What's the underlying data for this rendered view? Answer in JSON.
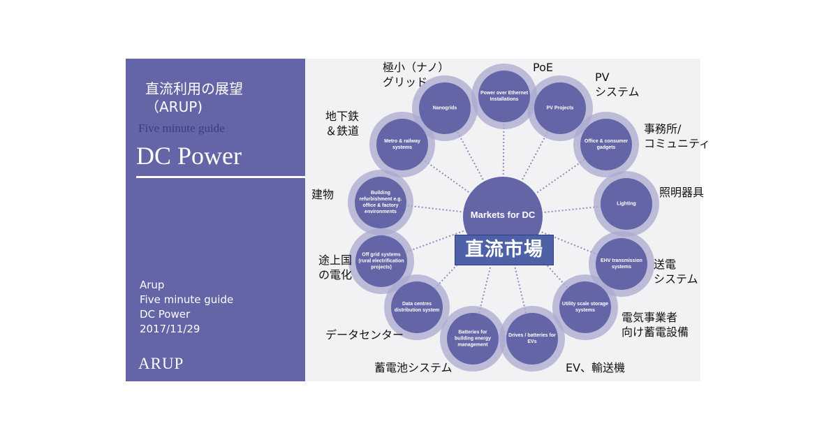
{
  "panel": {
    "title_line1": "直流利用の展望",
    "title_line2": "（ARUP)",
    "subtitle": "Five minute guide",
    "heading": "DC Power",
    "info": [
      "Arup",
      "Five minute guide",
      "DC Power",
      "2017/11/29"
    ],
    "logo": "ARUP"
  },
  "diagram": {
    "center": "Markets for DC",
    "banner": "直流市場",
    "nodes": [
      {
        "id": "poe",
        "text": "Power over Ethernet Installations",
        "jp": "PoE"
      },
      {
        "id": "nanogrids",
        "text": "Nanogrids",
        "jp": "極小（ナノ）\nグリッド"
      },
      {
        "id": "pv",
        "text": "PV Projects",
        "jp": "PV\nシステム"
      },
      {
        "id": "metro",
        "text": "Metro & railway systems",
        "jp": "地下鉄\n＆鉄道"
      },
      {
        "id": "office",
        "text": "Office & consumer gadgets",
        "jp": "事務所/\nコミュニティ"
      },
      {
        "id": "building",
        "text": "Building refurbishment e.g. office & factory environments",
        "jp": "建物"
      },
      {
        "id": "lighting",
        "text": "Lighting",
        "jp": "照明器具"
      },
      {
        "id": "offgrid",
        "text": "Off grid systems (rural electrification projects)",
        "jp": "途上国\nの電化"
      },
      {
        "id": "ehv",
        "text": "EHV transmission systems",
        "jp": "送電\nシステム"
      },
      {
        "id": "datacentres",
        "text": "Data centres distribution system",
        "jp": "データセンター"
      },
      {
        "id": "utility",
        "text": "Utility scale storage systems",
        "jp": "電気事業者\n向け蓄電設備"
      },
      {
        "id": "batteries",
        "text": "Batteries for building energy management",
        "jp": "蓄電池システム"
      },
      {
        "id": "drives",
        "text": "Drives / batteries for EVs",
        "jp": "EV、輸送機"
      }
    ]
  },
  "colors": {
    "panel": "#6465a7",
    "circle": "#6465a7",
    "ring": "#a9a9d0"
  }
}
